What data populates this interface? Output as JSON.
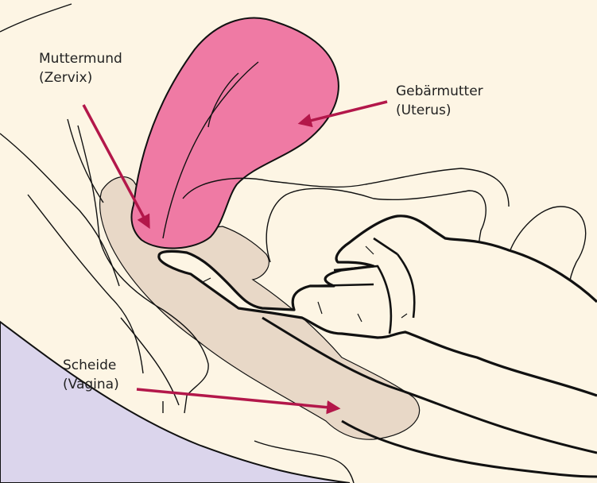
{
  "diagram": {
    "labels": {
      "cervix": {
        "name": "Muttermund",
        "latin": "(Zervix)"
      },
      "uterus": {
        "name": "Gebärmutter",
        "latin": "(Uterus)"
      },
      "vagina": {
        "name": "Scheide",
        "latin": "(Vagina)"
      }
    },
    "colors": {
      "background": "#fdf5e4",
      "uterus": "#ef7aa4",
      "tissue": "#e8d8c7",
      "floor": "#dbd5ec",
      "arrow": "#b3174a",
      "outline": "#111111"
    }
  }
}
